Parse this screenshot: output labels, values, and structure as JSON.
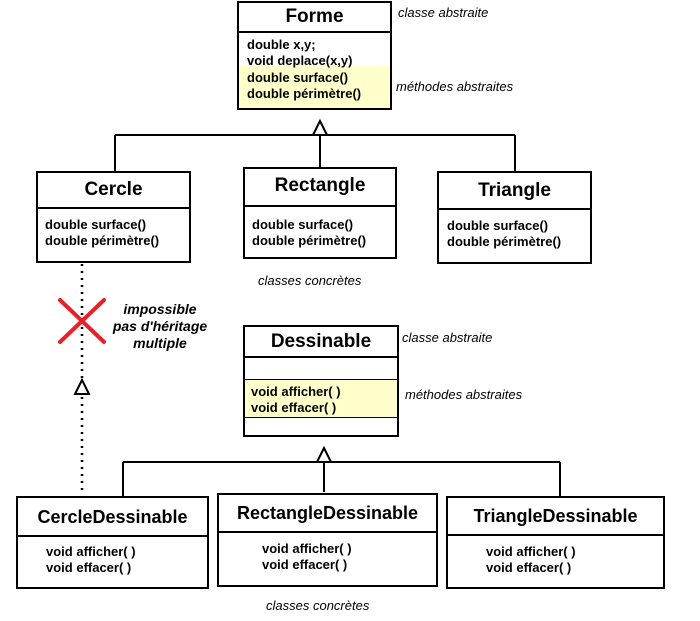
{
  "forme": {
    "name": "Forme",
    "attrs": [
      "double x,y;",
      "void deplace(x,y)"
    ],
    "methods": [
      "double surface()",
      "double périmètre()"
    ],
    "note_abstract": "classe abstraite",
    "note_methods": "méthodes abstraites"
  },
  "cercle": {
    "name": "Cercle",
    "methods": [
      "double surface()",
      "double périmètre()"
    ]
  },
  "rectangle": {
    "name": "Rectangle",
    "methods": [
      "double surface()",
      "double périmètre()"
    ]
  },
  "triangle": {
    "name": "Triangle",
    "methods": [
      "double surface()",
      "double périmètre()"
    ]
  },
  "note_concrete_top": "classes concrètes",
  "dessinable": {
    "name": "Dessinable",
    "methods": [
      "void afficher( )",
      "void effacer( )"
    ],
    "note_abstract": "classe abstraite",
    "note_methods": "méthodes abstraites"
  },
  "cercle_dessinable": {
    "name": "CercleDessinable",
    "methods": [
      "void afficher( )",
      "void effacer( )"
    ]
  },
  "rectangle_dessinable": {
    "name": "RectangleDessinable",
    "methods": [
      "void afficher( )",
      "void effacer( )"
    ]
  },
  "triangle_dessinable": {
    "name": "TriangleDessinable",
    "methods": [
      "void afficher( )",
      "void effacer( )"
    ]
  },
  "note_concrete_bottom": "classes concrètes",
  "warning": [
    "impossible",
    "pas d'héritage",
    "multiple"
  ],
  "colors": {
    "highlight": "#ffffcc",
    "cross": "#e8202a"
  }
}
